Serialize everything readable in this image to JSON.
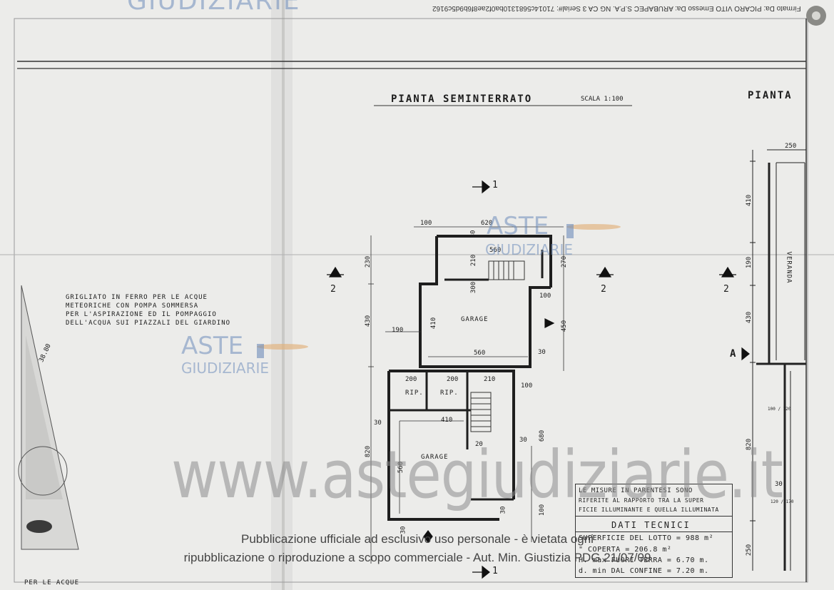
{
  "signature_text": "Firmato Da: PICARO VITO Emesso Da: ARUBAPEC S.P.A. NG CA 3 Serial#: 71014c5681310ba0f2ae8f6b9d5c9162",
  "watermark": {
    "aste": "ASTE",
    "giudiziarie": "GIUDIZIARIE",
    "url": "www.astegiudiziarie.it",
    "colors": {
      "aste": "#6e8cb9",
      "gavel": "#d9a36a",
      "url": "#8c8c8c"
    }
  },
  "notice": {
    "line1": "Pubblicazione ufficiale ad esclusivo uso personale - è vietata ogni",
    "line2": "ripubblicazione o riproduzione a scopo commerciale - Aut. Min. Giustizia PDG 21/07/09"
  },
  "plan": {
    "title": "PIANTA  SEMINTERRATO",
    "scale": "SCALA 1:100",
    "right_title": "PIANTA",
    "annotation": [
      "GRIGLIATO IN FERRO PER LE ACQUE",
      "METEORICHE CON POMPA SOMMERSA",
      "PER L'ASPIRAZIONE ED IL POMPAGGIO",
      "DELL'ACQUA SUI PIAZZALI DEL GIARDINO"
    ],
    "bottom_annotation": "PER LE ACQUE",
    "lot_side": "38.80",
    "rooms": {
      "garage_upper": "GARAGE",
      "garage_lower": "GARAGE",
      "rip1": "RIP.",
      "rip2": "RIP.",
      "veranda": "VERANDA"
    },
    "section_marks": {
      "one": "1",
      "two": "2",
      "a": "A"
    },
    "dims": {
      "d100a": "100",
      "d620": "620",
      "d30a": "30",
      "d560a": "560",
      "d210a": "210",
      "d300": "300",
      "d270": "270",
      "d100b": "100",
      "d230": "230",
      "d430": "430",
      "d190": "190",
      "d410a": "410",
      "d450": "450",
      "d560b": "560",
      "d30b": "30",
      "d200a": "200",
      "d200b": "200",
      "d210b": "210",
      "d100c": "100",
      "d410b": "410",
      "d30c": "30",
      "d820": "820",
      "d560c": "560",
      "d20": "20",
      "d30d": "30",
      "d680": "680",
      "d30e": "30",
      "d100d": "100",
      "d30f": "30",
      "r250a": "250",
      "r410": "410",
      "r190": "190",
      "r430": "430",
      "r820": "820",
      "r30": "30",
      "r250b": "250",
      "r100_120": "100 / 120",
      "r120_170": "120 / 170"
    }
  },
  "dati_tecnici": {
    "note": [
      "LE MISURE IN PARENTESI SONO",
      "RIFERITE AL RAPPORTO TRA LA SUPER",
      "FICIE ILLUMINANTE E QUELLA ILLUMINATA"
    ],
    "heading": "DATI  TECNICI",
    "rows": [
      "SUPERFICIE DEL LOTTO = 988 m²",
      "\"     COPERTA = 206.8 m²",
      "H. max FUORI TERRA = 6.70 m.",
      "d. min DAL CONFINE = 7.20 m."
    ]
  }
}
